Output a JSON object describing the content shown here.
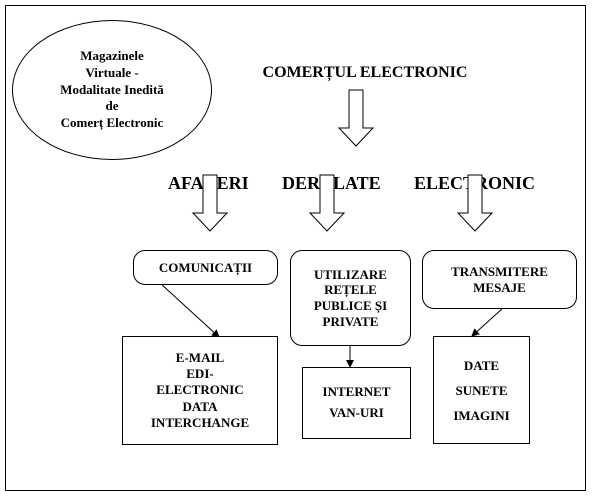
{
  "ellipse": {
    "lines": [
      "Magazinele",
      "Virtuale -",
      "Modalitate Inedită",
      "de",
      "Comerț Electronic"
    ]
  },
  "heading": "COMERȚUL ELECTRONIC",
  "subheading": {
    "words": [
      "AFACERI",
      "DERULATE",
      "ELECTRONIC"
    ]
  },
  "categories": [
    {
      "label_lines": [
        "COMUNICAȚII"
      ]
    },
    {
      "label_lines": [
        "UTILIZARE",
        "REȚELE",
        "PUBLICE ȘI",
        "PRIVATE"
      ]
    },
    {
      "label_lines": [
        "TRANSMITERE",
        "MESAJE"
      ]
    }
  ],
  "results": [
    {
      "lines": [
        "E-MAIL",
        "EDI-",
        "ELECTRONIC",
        "DATA",
        "INTERCHANGE"
      ]
    },
    {
      "lines": [
        "INTERNET",
        "VAN-URI"
      ]
    },
    {
      "lines": [
        "DATE",
        "",
        "SUNETE",
        "",
        "IMAGINI"
      ]
    }
  ]
}
